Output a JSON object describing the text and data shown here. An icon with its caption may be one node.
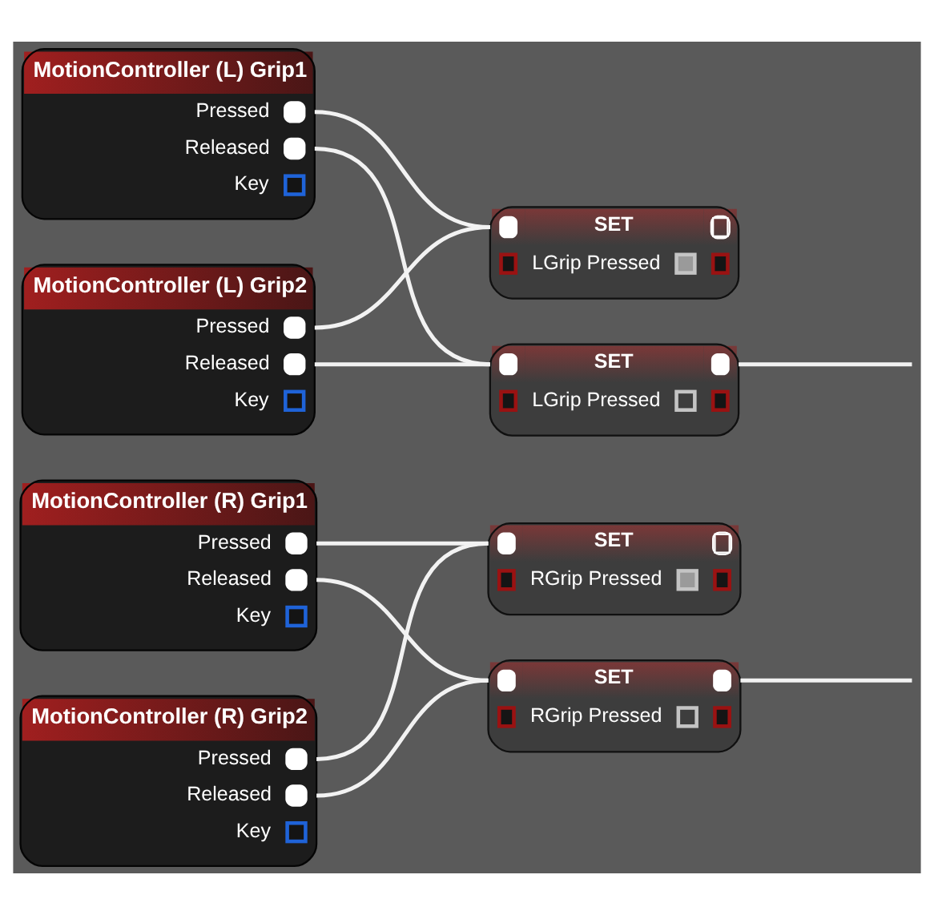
{
  "diagram": {
    "nodes": [
      {
        "text": [
          "MotionController (L) Grip1",
          "Pressed",
          "Released",
          "Key"
        ]
      },
      {
        "text": [
          "SET",
          "LGrip Pressed"
        ]
      },
      {
        "text": [
          "MotionController (L) Grip2",
          "Pressed",
          "Released",
          "Key"
        ]
      },
      {
        "text": [
          "SET",
          "LGrip Pressed"
        ]
      },
      {
        "text": [
          "MotionController (R) Grip1",
          "Pressed",
          "Released",
          "Key"
        ]
      },
      {
        "text": [
          "SET",
          "RGrip Pressed"
        ]
      },
      {
        "text": [
          "MotionController (R) Grip2",
          "Pressed",
          "Released",
          "Key"
        ]
      },
      {
        "text": [
          "SET",
          "RGrip Pressed"
        ]
      }
    ],
    "edges": [
      {
        "from": 0,
        "to": 1,
        "arrow": "none"
      },
      {
        "from": 0,
        "to": 3,
        "arrow": "none"
      },
      {
        "from": 2,
        "to": 1,
        "arrow": "none"
      },
      {
        "from": 2,
        "to": 3,
        "arrow": "none"
      },
      {
        "from": 3,
        "to": null,
        "arrow": "none"
      },
      {
        "from": 4,
        "to": 5,
        "arrow": "none"
      },
      {
        "from": 4,
        "to": 7,
        "arrow": "none"
      },
      {
        "from": 6,
        "to": 5,
        "arrow": "none"
      },
      {
        "from": 6,
        "to": 7,
        "arrow": "none"
      },
      {
        "from": 7,
        "to": null,
        "arrow": "none"
      }
    ]
  }
}
